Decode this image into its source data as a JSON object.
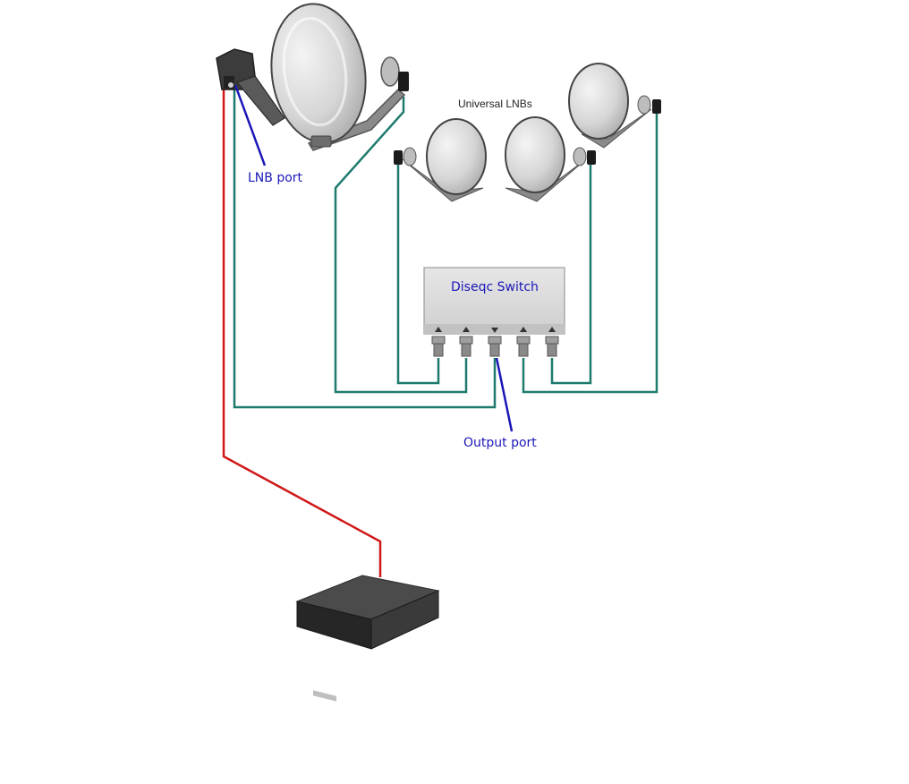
{
  "labels": {
    "universal_lnbs": "Universal LNBs",
    "lnb_port": "LNB port",
    "diseqc_switch": "Diseqc Switch",
    "output_port": "Output port"
  },
  "colors": {
    "cable_teal": "#1f7a6e",
    "cable_red": "#d01818",
    "pointer_blue": "#1a16b8",
    "switch_body": "#dcdcdc",
    "receiver_body": "#3a3a3a"
  },
  "icons": {
    "dishes": "satellite-dish-icon",
    "switch": "diseqc-switch-icon",
    "receiver": "satellite-receiver-icon",
    "connectors": "f-connector-icon"
  }
}
